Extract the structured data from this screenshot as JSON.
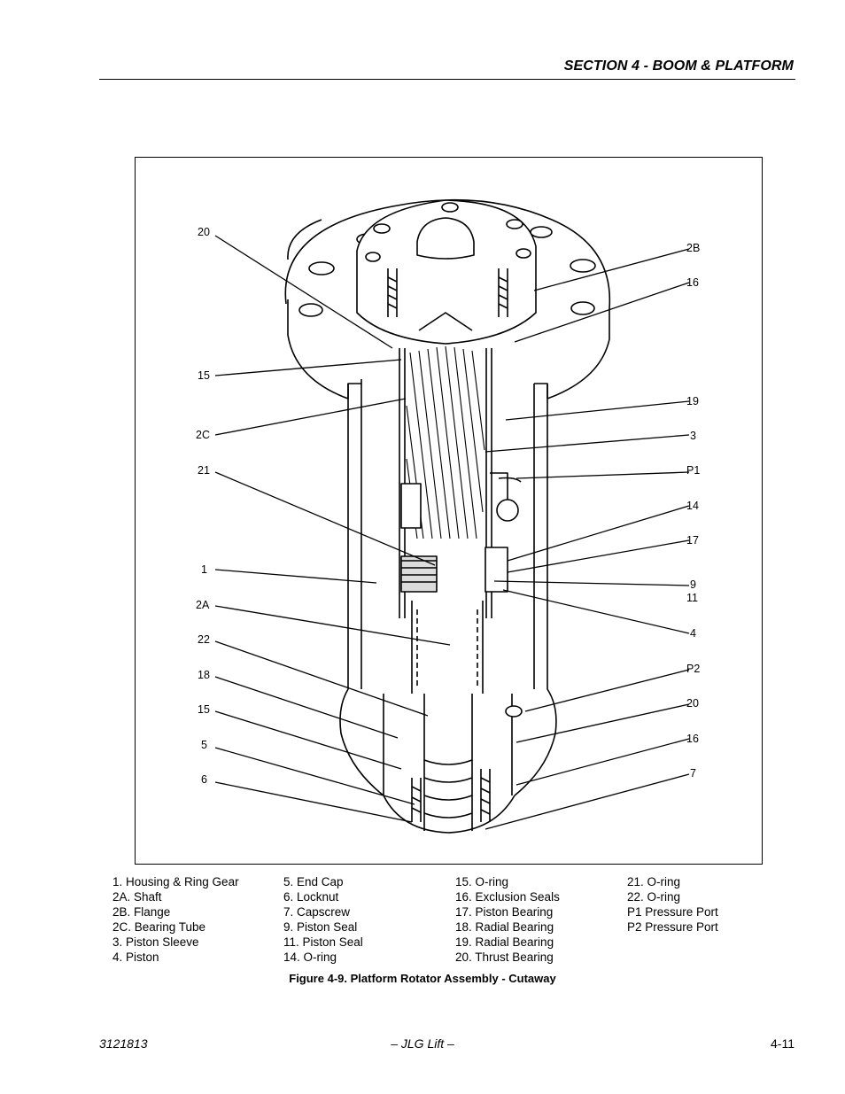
{
  "header": {
    "section_title": "SECTION 4 - BOOM & PLATFORM"
  },
  "figure": {
    "callouts_left": [
      "20",
      "15",
      "2C",
      "21",
      "1",
      "2A",
      "22",
      "18",
      "15",
      "5",
      "6"
    ],
    "callouts_right": [
      "2B",
      "16",
      "19",
      "3",
      "P1",
      "14",
      "17",
      "9",
      "11",
      "4",
      "P2",
      "20",
      "16",
      "7"
    ],
    "caption": "Figure 4-9.  Platform Rotator Assembly - Cutaway"
  },
  "legend": {
    "col1": [
      "1.   Housing & Ring Gear",
      "2A. Shaft",
      "2B. Flange",
      "2C. Bearing Tube",
      "3.   Piston Sleeve",
      "4.   Piston"
    ],
    "col2": [
      "5.   End Cap",
      "6.   Locknut",
      "7.   Capscrew",
      "9.   Piston Seal",
      "11. Piston Seal",
      "14. O-ring"
    ],
    "col3": [
      "15. O-ring",
      "16. Exclusion Seals",
      "17. Piston Bearing",
      "18. Radial Bearing",
      "19. Radial Bearing",
      "20. Thrust Bearing"
    ],
    "col4": [
      "21. O-ring",
      "22. O-ring",
      "P1 Pressure Port",
      "P2 Pressure Port"
    ]
  },
  "footer": {
    "doc_number": "3121813",
    "publisher": "– JLG Lift –",
    "page_number": "4-11"
  }
}
